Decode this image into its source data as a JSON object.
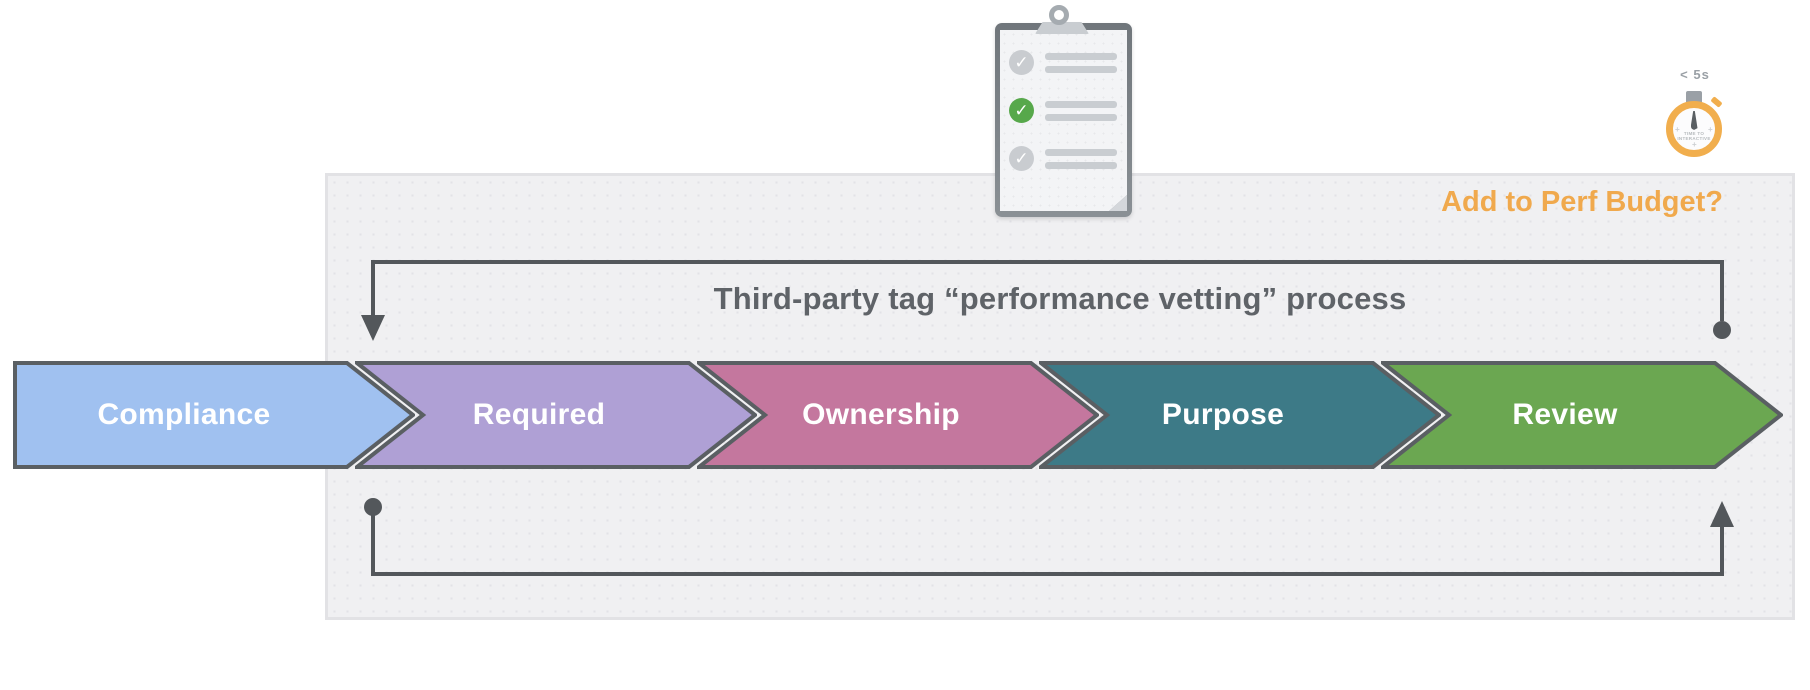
{
  "panel": {
    "title": "Third-party tag “performance vetting” process",
    "background": "#F0F0F2",
    "border_color": "#E2E2E5",
    "title_color": "#5F6368"
  },
  "perf_budget": {
    "label": "Add to Perf Budget?",
    "color": "#F0A94D"
  },
  "steps": [
    {
      "label": "Compliance",
      "fill": "#A0C1F0"
    },
    {
      "label": "Required",
      "fill": "#AFA0D5"
    },
    {
      "label": "Ownership",
      "fill": "#C4779E"
    },
    {
      "label": "Purpose",
      "fill": "#3D7A87"
    },
    {
      "label": "Review",
      "fill": "#6BA751"
    }
  ],
  "shape_border_color": "#5A5F63",
  "connector_color": "#53575B",
  "stopwatch": {
    "time_label": "< 5s",
    "face_line1": "TIME TO",
    "face_line2": "INTERACTIVE",
    "ring_color": "#F1AE4D",
    "plus_mark": "+"
  },
  "clipboard": {
    "check_glyph": "✓",
    "checked_color": "#57A84B",
    "unchecked_color": "#C9CCD0",
    "rows": [
      {
        "state": "unchecked"
      },
      {
        "state": "checked"
      },
      {
        "state": "unchecked"
      }
    ]
  }
}
